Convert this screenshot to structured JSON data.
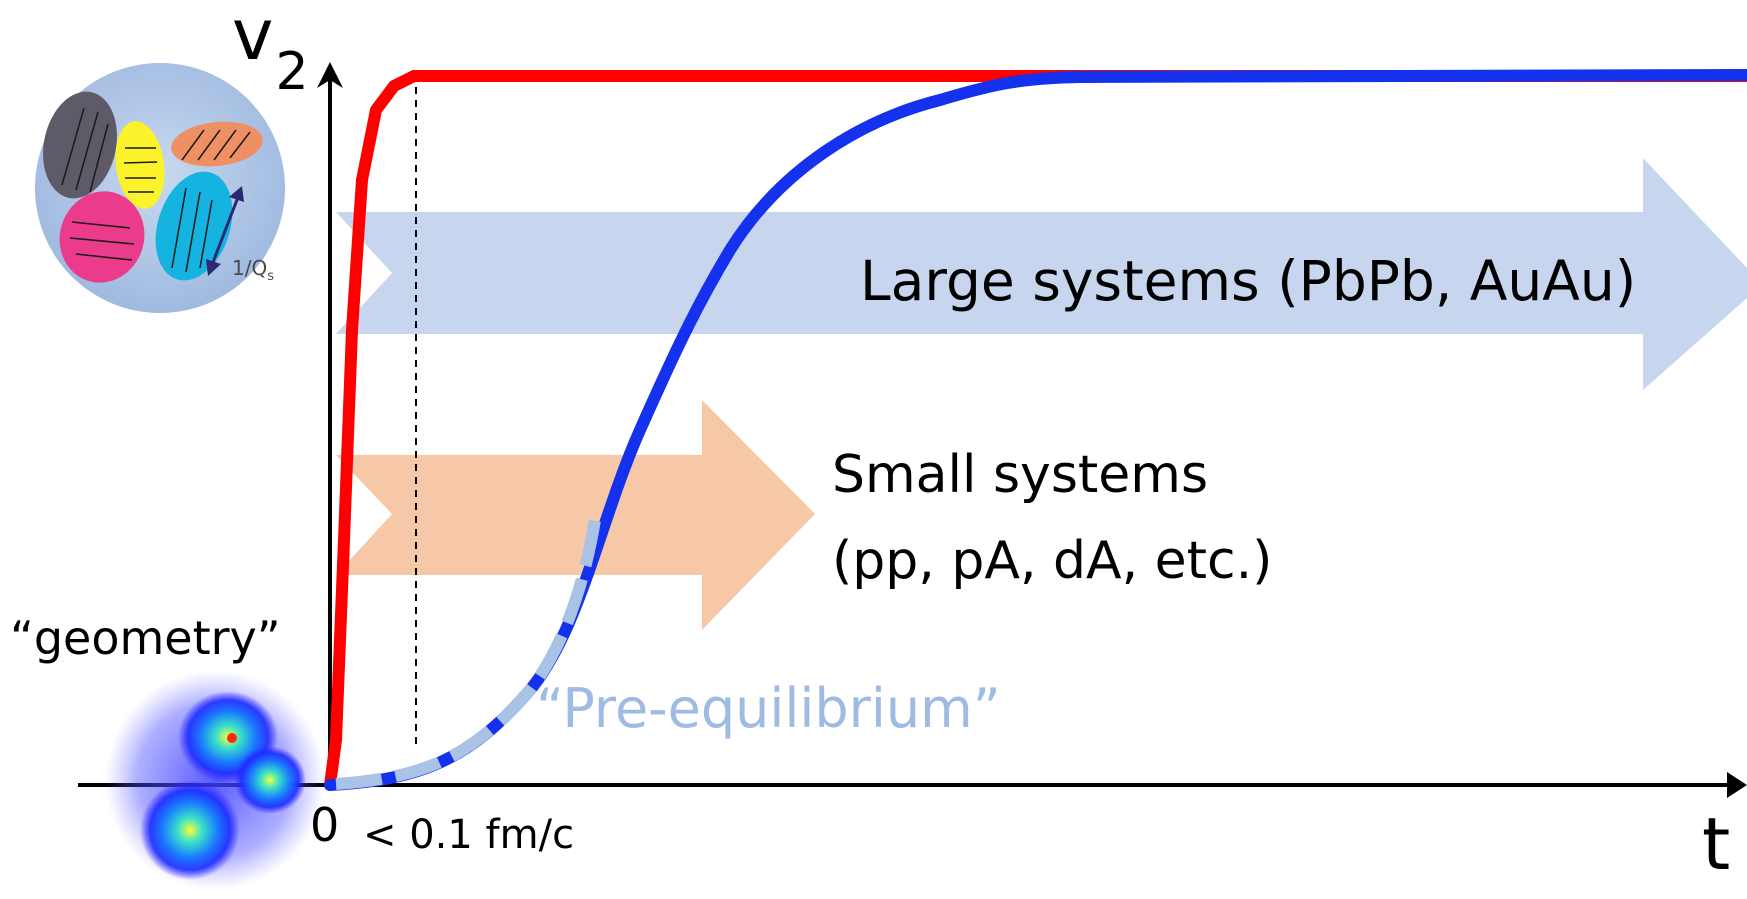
{
  "axes": {
    "y_label_main": "v",
    "y_label_sub": "2",
    "x_label": "t",
    "origin_label": "0",
    "time_marker_label": "< 0.1 fm/c"
  },
  "arrows": {
    "large": {
      "label": "Large systems (PbPb, AuAu)",
      "color": "#c7d6ee"
    },
    "small": {
      "label_line1": "Small systems",
      "label_line2": "(pp, pA, dA, etc.)",
      "color": "#f6c8a8"
    }
  },
  "curves": {
    "fast_rise_color": "#ff0000",
    "slow_rise_color": "#1432ee",
    "pre_equilibrium_color": "#a9c2e6",
    "pre_equilibrium_label": "“Pre-equilibrium”"
  },
  "insets": {
    "geometry_label": "“geometry”",
    "glasma_label": "1/Q",
    "glasma_label_sub": "s"
  }
}
